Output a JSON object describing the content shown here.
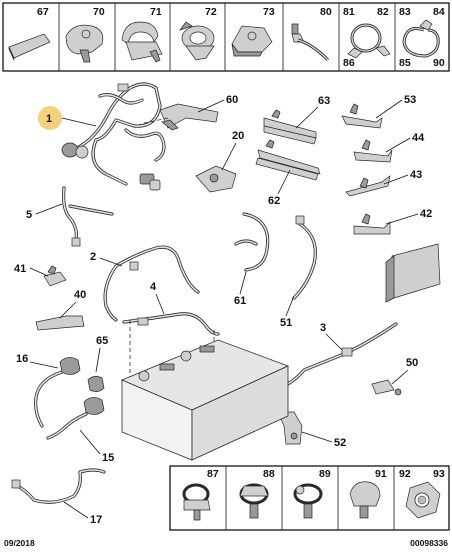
{
  "top_row": [
    {
      "nums": [
        "67"
      ]
    },
    {
      "nums": [
        "70"
      ]
    },
    {
      "nums": [
        "71"
      ]
    },
    {
      "nums": [
        "72"
      ]
    },
    {
      "nums": [
        "73"
      ]
    },
    {
      "nums": [
        "80"
      ]
    },
    {
      "nums": [
        "81",
        "82",
        "86"
      ]
    },
    {
      "nums": [
        "83",
        "84",
        "85",
        "90"
      ]
    }
  ],
  "bottom_row": [
    {
      "nums": [
        "87"
      ]
    },
    {
      "nums": [
        "88"
      ]
    },
    {
      "nums": [
        "89"
      ]
    },
    {
      "nums": [
        "91"
      ]
    },
    {
      "nums": [
        "92",
        "93"
      ]
    }
  ],
  "callouts": {
    "c1": "1",
    "c60": "60",
    "c63": "63",
    "c53": "53",
    "c20": "20",
    "c44": "44",
    "c43": "43",
    "c62": "62",
    "c5": "5",
    "c42": "42",
    "c2": "2",
    "c41": "41",
    "c4": "4",
    "c40": "40",
    "c61": "61",
    "c51": "51",
    "c3": "3",
    "c65": "65",
    "c16": "16",
    "c50": "50",
    "c52": "52",
    "c15": "15",
    "c17": "17"
  },
  "highlight_color": "#f5d27a",
  "footer": {
    "date": "09/2018",
    "ref": "00098336"
  }
}
